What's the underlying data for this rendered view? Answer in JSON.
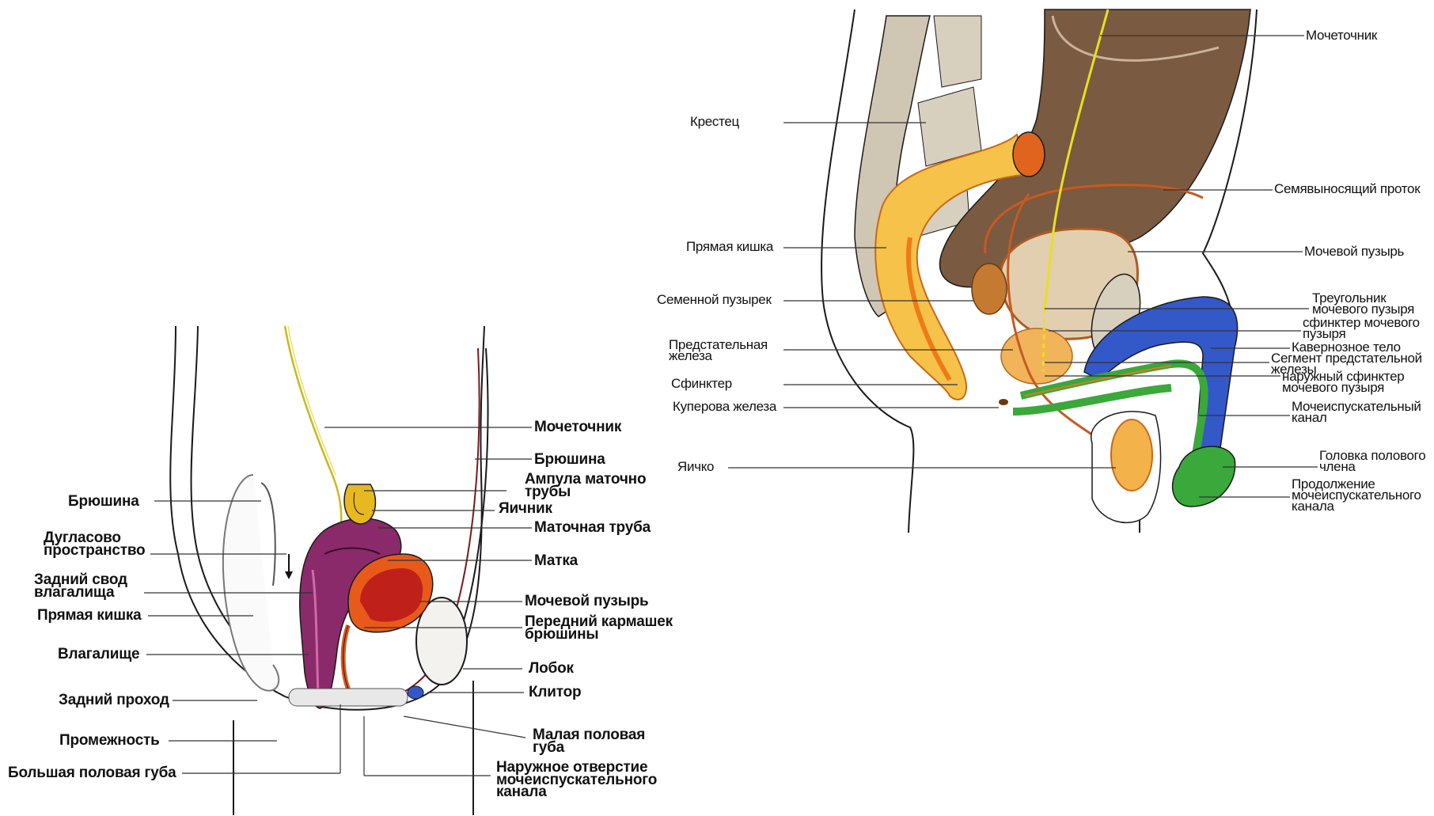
{
  "female": {
    "left_labels": [
      {
        "id": "peritoneum",
        "lines": [
          "Брюшина"
        ]
      },
      {
        "id": "douglas",
        "lines": [
          "Дугласово",
          "пространство"
        ]
      },
      {
        "id": "posterior-fornix",
        "lines": [
          "Задний свод",
          "влагалища"
        ]
      },
      {
        "id": "rectum",
        "lines": [
          "Прямая кишка"
        ]
      },
      {
        "id": "vagina",
        "lines": [
          "Влагалище"
        ]
      },
      {
        "id": "anus",
        "lines": [
          "Задний проход"
        ]
      },
      {
        "id": "perineum",
        "lines": [
          "Промежность"
        ]
      },
      {
        "id": "labia-majora",
        "lines": [
          "Большая половая губа"
        ]
      }
    ],
    "right_labels": [
      {
        "id": "ureter",
        "lines": [
          "Мочеточник"
        ]
      },
      {
        "id": "peritoneum-r",
        "lines": [
          "Брюшина"
        ]
      },
      {
        "id": "ampulla",
        "lines": [
          "Ампула маточно",
          "трубы"
        ]
      },
      {
        "id": "ovary",
        "lines": [
          "Яичник"
        ]
      },
      {
        "id": "fallopian-tube",
        "lines": [
          "Маточная труба"
        ]
      },
      {
        "id": "uterus",
        "lines": [
          "Матка"
        ]
      },
      {
        "id": "bladder",
        "lines": [
          "Мочевой пузырь"
        ]
      },
      {
        "id": "anterior-pouch",
        "lines": [
          "Передний кармашек",
          "брюшины"
        ]
      },
      {
        "id": "pubis",
        "lines": [
          "Лобок"
        ]
      },
      {
        "id": "clitoris",
        "lines": [
          "Клитор"
        ]
      },
      {
        "id": "labia-minora",
        "lines": [
          "Малая половая",
          "губа"
        ]
      },
      {
        "id": "urethral-opening",
        "lines": [
          "Наружное отверстие",
          "мочеиспускательного",
          "канала"
        ]
      }
    ]
  },
  "male": {
    "left_labels": [
      {
        "id": "sacrum",
        "lines": [
          "Крестец"
        ]
      },
      {
        "id": "rectum-m",
        "lines": [
          "Прямая кишка"
        ]
      },
      {
        "id": "seminal-vesicle",
        "lines": [
          "Семенной пузырек"
        ]
      },
      {
        "id": "prostate",
        "lines": [
          "Предстательная",
          "железа"
        ]
      },
      {
        "id": "sphincter",
        "lines": [
          "Сфинктер"
        ]
      },
      {
        "id": "cowper",
        "lines": [
          "Куперова железа"
        ]
      },
      {
        "id": "testis",
        "lines": [
          "Яичко"
        ]
      }
    ],
    "right_labels": [
      {
        "id": "ureter-m",
        "lines": [
          "Мочеточник"
        ]
      },
      {
        "id": "vas-deferens",
        "lines": [
          "Семявыносящий проток"
        ]
      },
      {
        "id": "bladder-m",
        "lines": [
          "Мочевой пузырь"
        ]
      },
      {
        "id": "trigone",
        "lines": [
          "Треугольник",
          "мочевого пузыря"
        ]
      },
      {
        "id": "bladder-sphincter",
        "lines": [
          "сфинктер мочевого",
          "пузыря"
        ]
      },
      {
        "id": "cavernous",
        "lines": [
          "Кавернозное тело"
        ]
      },
      {
        "id": "prostate-segment",
        "lines": [
          "Сегмент предстательной",
          "железы"
        ]
      },
      {
        "id": "external-sphincter",
        "lines": [
          "наружный сфинктер",
          "мочевого пузыря"
        ]
      },
      {
        "id": "urethra",
        "lines": [
          "Мочеиспускательный",
          "канал"
        ]
      },
      {
        "id": "glans",
        "lines": [
          "Головка полового",
          "члена"
        ]
      },
      {
        "id": "urethra-continuation",
        "lines": [
          "Продолжение",
          "мочеиспускательного",
          "канала"
        ]
      }
    ]
  },
  "colors": {
    "outline": "#1a1a1a",
    "ureter": "#e8e020",
    "uterus": "#8a2a6a",
    "bladder_red": "#c0201a",
    "orange": "#f07a18",
    "rectum_yellow": "#f6c24a",
    "bone": "#b9b2a4",
    "dark_brown": "#6b4a30",
    "blue": "#3358c8",
    "green": "#3aa83a"
  }
}
